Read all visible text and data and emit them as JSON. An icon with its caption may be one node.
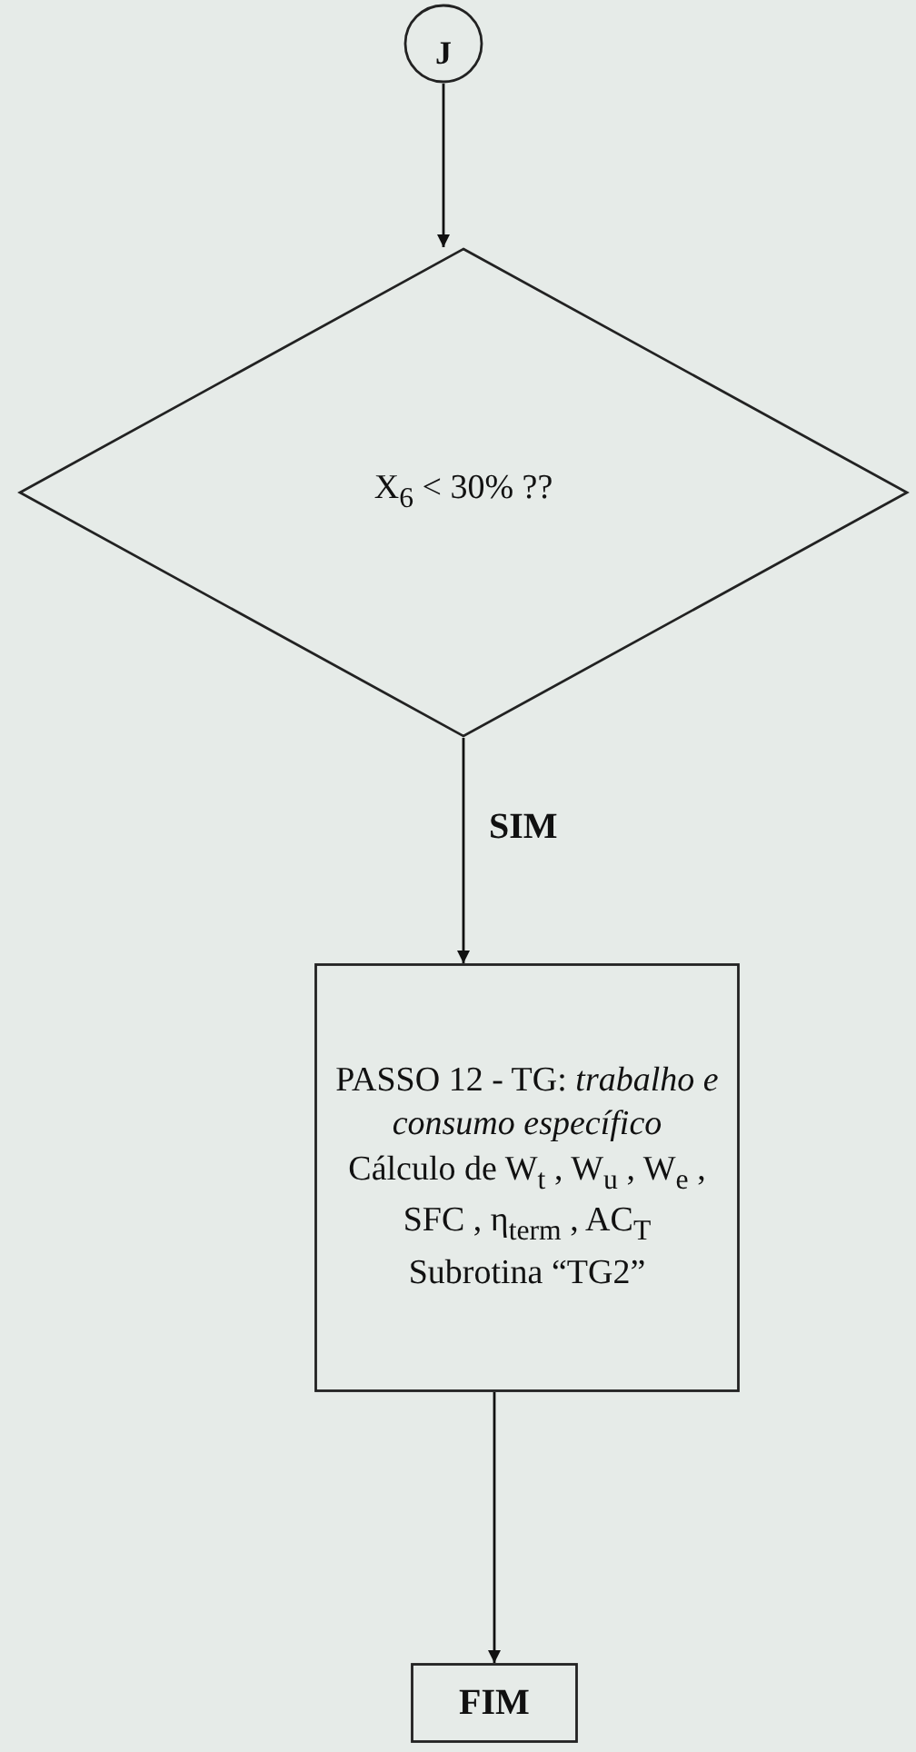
{
  "diagram": {
    "nodes": [
      {
        "text": [
          "J"
        ]
      },
      {
        "text": [
          "X$_{6}$ < 30% ??"
        ]
      },
      {
        "text": [
          "PASSO 12 - TG: *trabalho e consumo específico*",
          "Cálculo de W$_{t}$ , W$_{u}$ , W$_{e}$ , SFC , η$_{term}$ , AC$_{T}$",
          "Subrotina “TG2”"
        ]
      },
      {
        "text": [
          "FIM"
        ]
      }
    ],
    "edges": [
      {
        "from": 0,
        "to": 1,
        "arrow": "to"
      },
      {
        "from": 1,
        "to": 2,
        "arrow": "to",
        "label": "SIM"
      },
      {
        "from": 2,
        "to": 3,
        "arrow": "to"
      }
    ]
  }
}
